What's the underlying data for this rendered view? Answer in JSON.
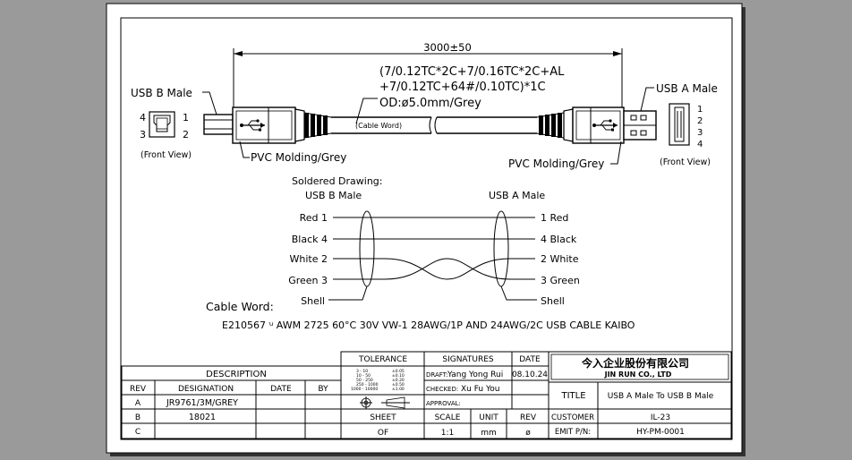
{
  "dimension": "3000±50",
  "spec_lines": [
    "(7/0.12TC*2C+7/0.16TC*2C+AL",
    "+7/0.12TC+64#/0.10TC)*1C",
    "OD:ø5.0mm/Grey"
  ],
  "cable_word_tag": "(Cable Word)",
  "connector_b": {
    "label": "USB B Male",
    "pins_left": [
      "4",
      "3"
    ],
    "pins_right": [
      "1",
      "2"
    ],
    "view": "(Front View)",
    "molding": "PVC Molding/Grey"
  },
  "connector_a": {
    "label": "USB A Male",
    "pins": [
      "1",
      "2",
      "3",
      "4"
    ],
    "view": "(Front View)",
    "molding": "PVC Molding/Grey"
  },
  "soldered": {
    "title": "Soldered Drawing:",
    "left_header": "USB B Male",
    "right_header": "USB A Male",
    "left_wires": [
      "Red 1",
      "Black 4",
      "White 2",
      "Green 3",
      "Shell"
    ],
    "right_wires": [
      "1 Red",
      "4 Black",
      "2 White",
      "3 Green",
      "Shell"
    ]
  },
  "cable_word": {
    "label": "Cable Word:",
    "text": "E210567 ꭟ AWM 2725 60°C 30V VW-1 28AWG/1P AND 24AWG/2C USB CABLE KAIBO"
  },
  "title_block": {
    "description": "DESCRIPTION",
    "columns": [
      "REV",
      "DESIGNATION",
      "DATE",
      "BY"
    ],
    "rows": [
      {
        "rev": "A",
        "designation": "JR9761/3M/GREY",
        "date": "",
        "by": ""
      },
      {
        "rev": "B",
        "designation": "18021",
        "date": "",
        "by": ""
      },
      {
        "rev": "C",
        "designation": "",
        "date": "",
        "by": ""
      }
    ],
    "tolerance": "TOLERANCE",
    "tolerance_rows": [
      {
        "range": "3 - 10",
        "tol": "±0.05"
      },
      {
        "range": "10 - 50",
        "tol": "±0.10"
      },
      {
        "range": "50 - 250",
        "tol": "±0.20"
      },
      {
        "range": "250 - 1000",
        "tol": "±0.50"
      },
      {
        "range": "1000 - 10000",
        "tol": "±1.00"
      }
    ],
    "signatures": "SIGNATURES",
    "date_header": "DATE",
    "draft_label": "DRAFT:",
    "draft_name": "Yang Yong Rui",
    "draft_date": "08.10.24",
    "checked_label": "CHECKED:",
    "checked_name": "Xu Fu You",
    "approval_label": "APPROVAL:",
    "sheet": "SHEET",
    "sheet_value": "OF",
    "scale": "SCALE",
    "scale_value": "1:1",
    "unit": "UNIT",
    "unit_value": "mm",
    "rev": "REV",
    "rev_value": "ø",
    "company_cn": "今入企业股份有限公司",
    "company_en": "JIN RUN CO., LTD",
    "title_label": "TITLE",
    "title_value": "USB A Male To USB B Male",
    "customer_label": "CUSTOMER",
    "customer_value": "IL-23",
    "emit_label": "EMIT P/N:",
    "emit_value": "HY-PM-0001"
  }
}
